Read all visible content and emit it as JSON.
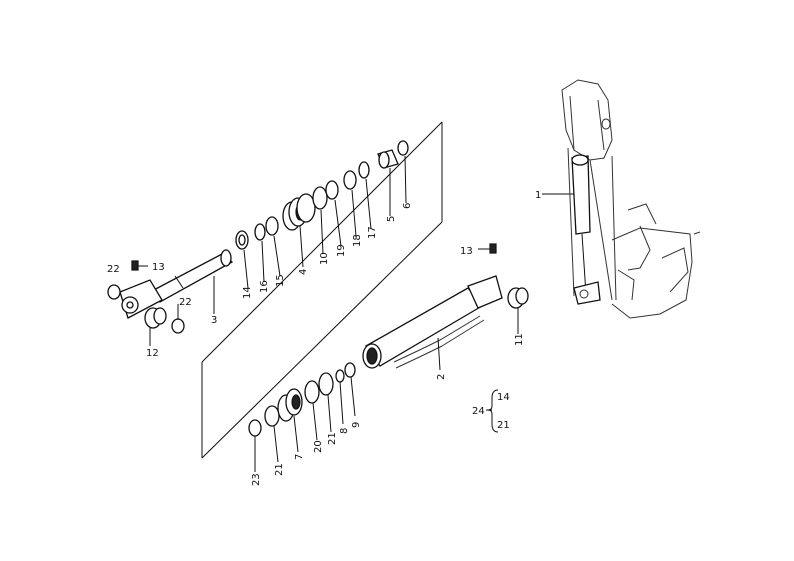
{
  "callouts": {
    "c1": "1",
    "c2": "2",
    "c3": "3",
    "c4": "4",
    "c5": "5",
    "c6": "6",
    "c7": "7",
    "c8": "8",
    "c9": "9",
    "c10": "10",
    "c11": "11",
    "c12": "12",
    "c13a": "13",
    "c13b": "13",
    "c14": "14",
    "c15": "15",
    "c16": "16",
    "c17": "17",
    "c18": "18",
    "c19": "19",
    "c20": "20",
    "c21a": "21",
    "c21b": "21",
    "c22a": "22",
    "c22b": "22",
    "c23": "23"
  },
  "kit": {
    "id": "24",
    "item_a": "14",
    "item_b": "21"
  }
}
